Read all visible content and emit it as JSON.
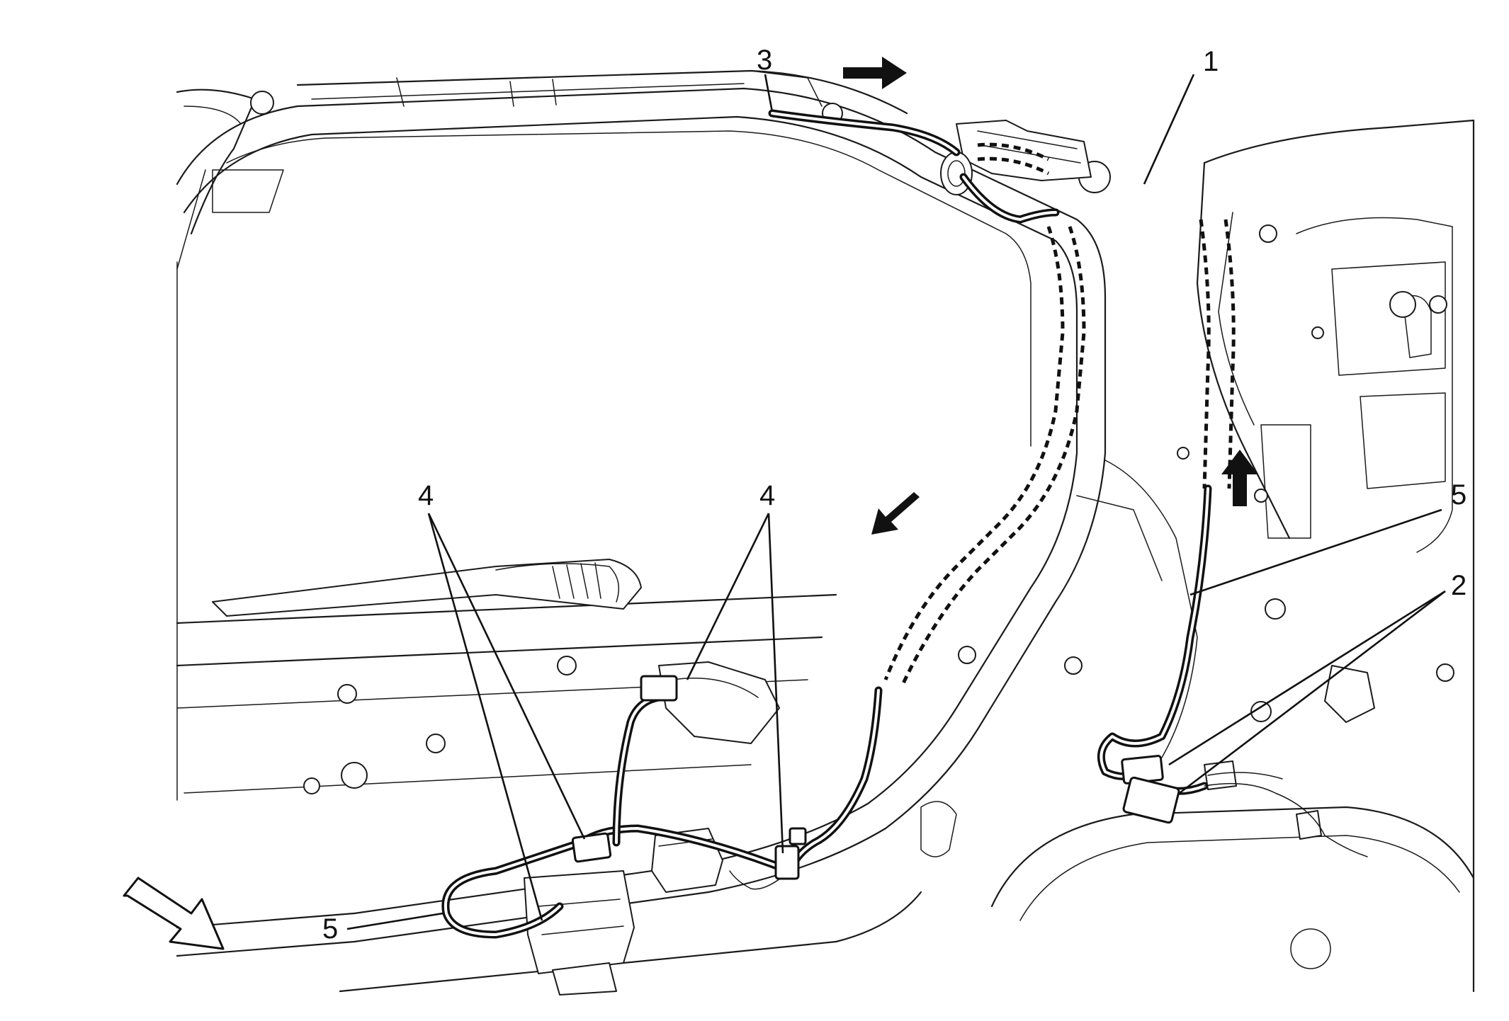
{
  "callouts": [
    {
      "id": "1",
      "label": "1"
    },
    {
      "id": "2",
      "label": "2"
    },
    {
      "id": "3",
      "label": "3"
    },
    {
      "id": "4a",
      "label": "4"
    },
    {
      "id": "4b",
      "label": "4"
    },
    {
      "id": "5a",
      "label": "5"
    },
    {
      "id": "5b",
      "label": "5"
    }
  ],
  "icons": {
    "direction_arrow": "solid-arrow-icon",
    "view_arrow": "open-view-arrow-icon"
  },
  "colors": {
    "line": "#1a1a1a",
    "background": "#ffffff"
  }
}
